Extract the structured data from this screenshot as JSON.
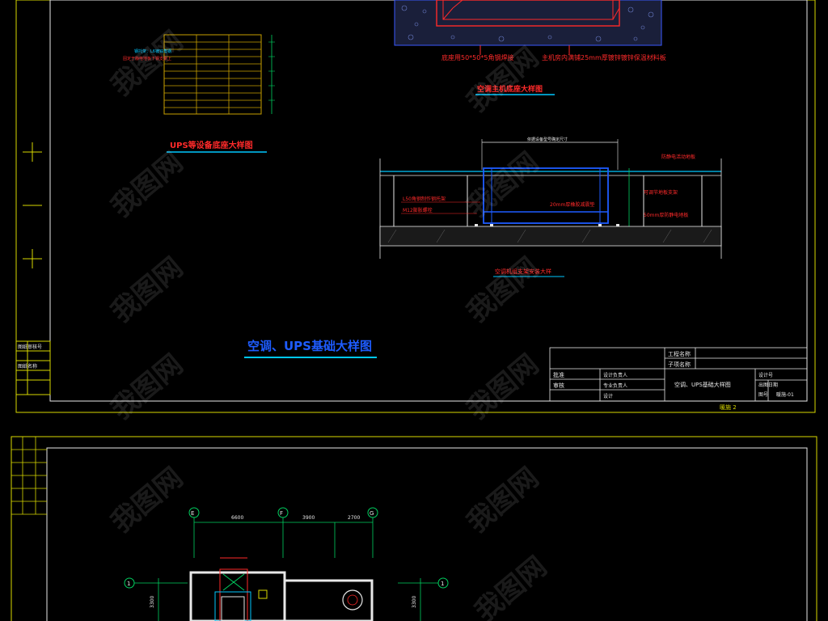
{
  "sheet1": {
    "labels": {
      "ac_base_left": "底座用50*50*5角钢焊接",
      "ac_base_right": "主机房内满铺25mm厚镀锌镀锌保温材料板",
      "ac_base_title": "空调主机底座大样图",
      "ups_title": "UPS等设备底座大样图",
      "ups_note_1": "钢托架：L6镀锌角钢",
      "ups_note_2": "固定于静电地板下钢支架上",
      "rack_top": "依据设备型号确定尺寸",
      "rack_right_1": "防静电活动地板",
      "rack_right_2": "可调节地板支架",
      "rack_right_3": "50mm厚防静电地板",
      "rack_left_1": "L50角钢制作钢托架",
      "rack_left_2": "M12膨胀螺栓",
      "rack_mid": "20mm厚橡胶减震垫",
      "rack_title": "空调机组支架安装大样",
      "main_title": "空调、UPS基础大样图",
      "side_1": "图纸审核号",
      "side_2": "图纸名称"
    },
    "title_block": {
      "project_label": "工程名称",
      "sub_label": "子项名称",
      "row1_a": "批准",
      "row1_b": "设计负责人",
      "row2_a": "审核",
      "row2_b": "专业负责人",
      "row3_b": "设计",
      "drawing_title": "空调、UPS基础大样图",
      "right_1": "设计号",
      "right_2": "出图日期",
      "right_3": "图号",
      "sheet_no": "暖施-01"
    },
    "footer": "暖施 2"
  },
  "sheet2": {
    "grid_top": [
      "E",
      "F",
      "G"
    ],
    "dims": [
      "6600",
      "3900",
      "2700"
    ],
    "grid_side": "1",
    "dim_side": "3300"
  },
  "watermark": "我图网",
  "colors": {
    "frame": "#d8d800",
    "red": "#ff2a2a",
    "cyan": "#00c8ff",
    "blue": "#1e5cff",
    "green": "#00d060"
  }
}
